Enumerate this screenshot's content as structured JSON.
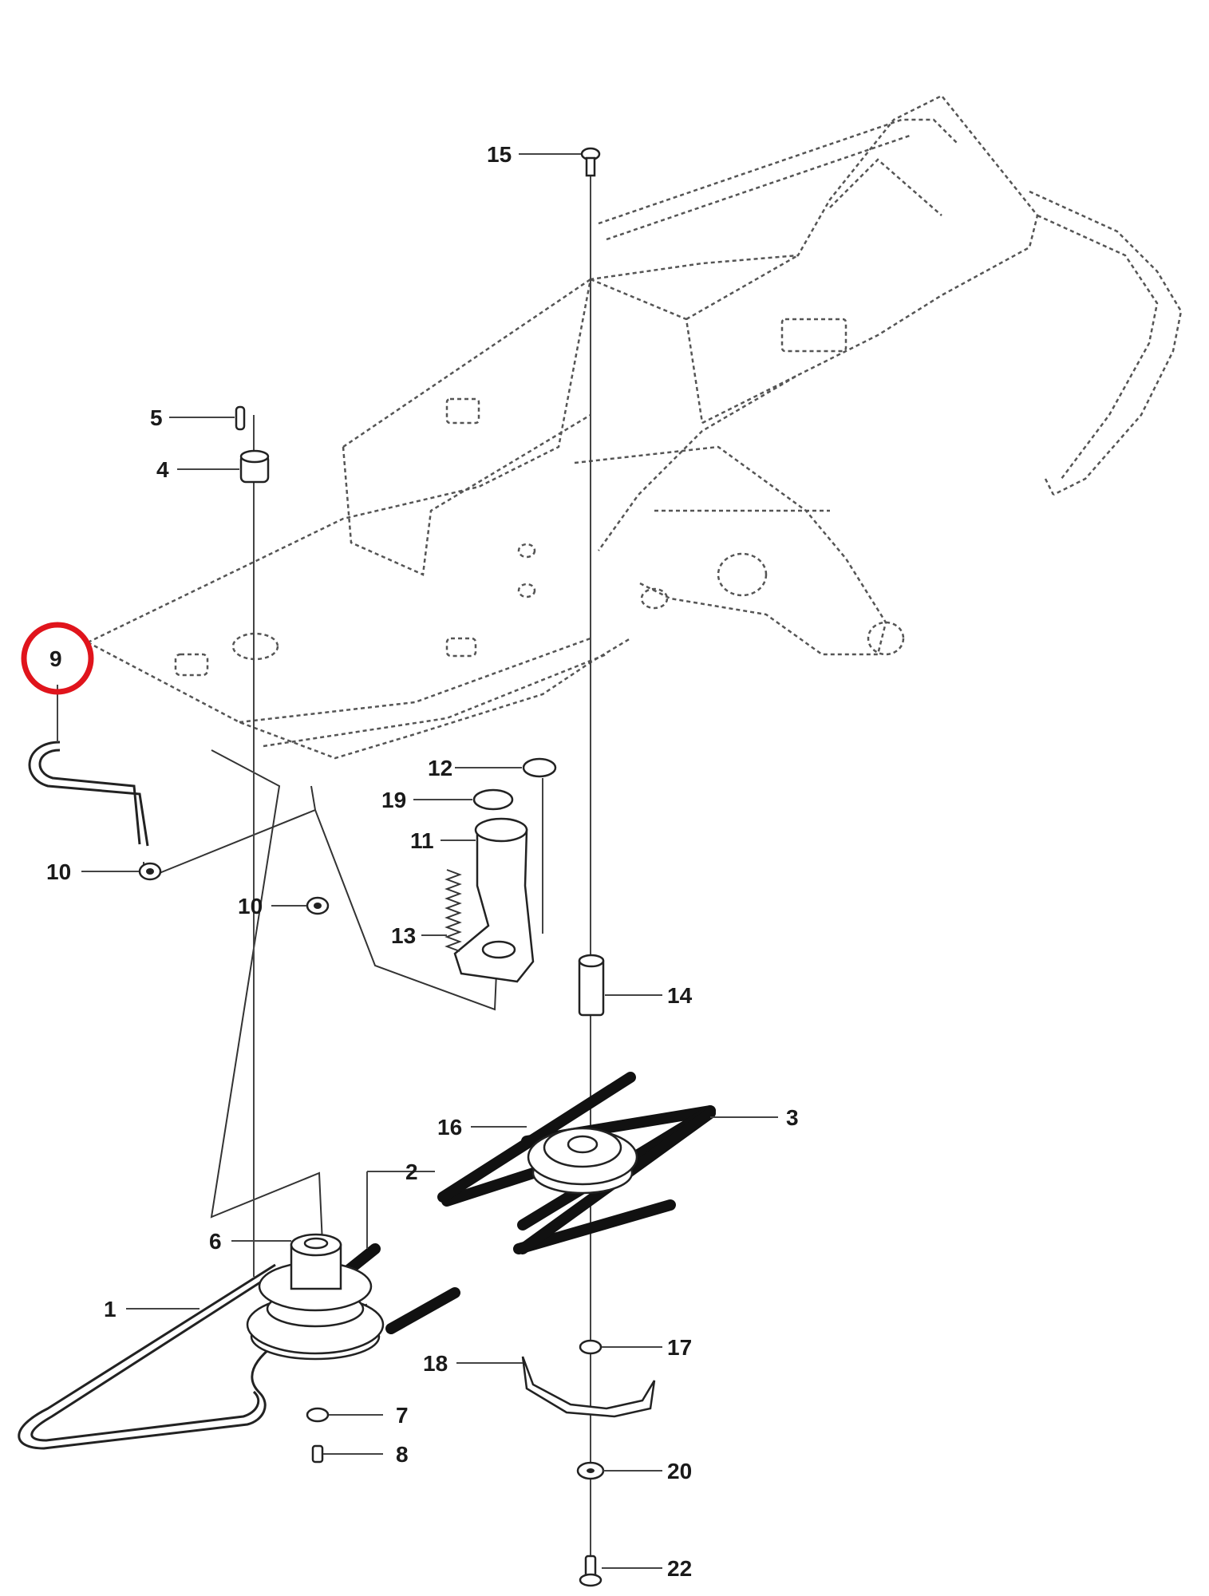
{
  "diagram": {
    "title": "",
    "highlight_color": "#e0141c",
    "highlighted_part": "9",
    "part_labels": {
      "p1": "1",
      "p2": "2",
      "p3": "3",
      "p4": "4",
      "p5": "5",
      "p6": "6",
      "p7": "7",
      "p8": "8",
      "p9": "9",
      "p10a": "10",
      "p10b": "10",
      "p11": "11",
      "p12": "12",
      "p13": "13",
      "p14": "14",
      "p15": "15",
      "p16": "16",
      "p17": "17",
      "p18": "18",
      "p19": "19",
      "p20": "20",
      "p22": "22"
    }
  }
}
